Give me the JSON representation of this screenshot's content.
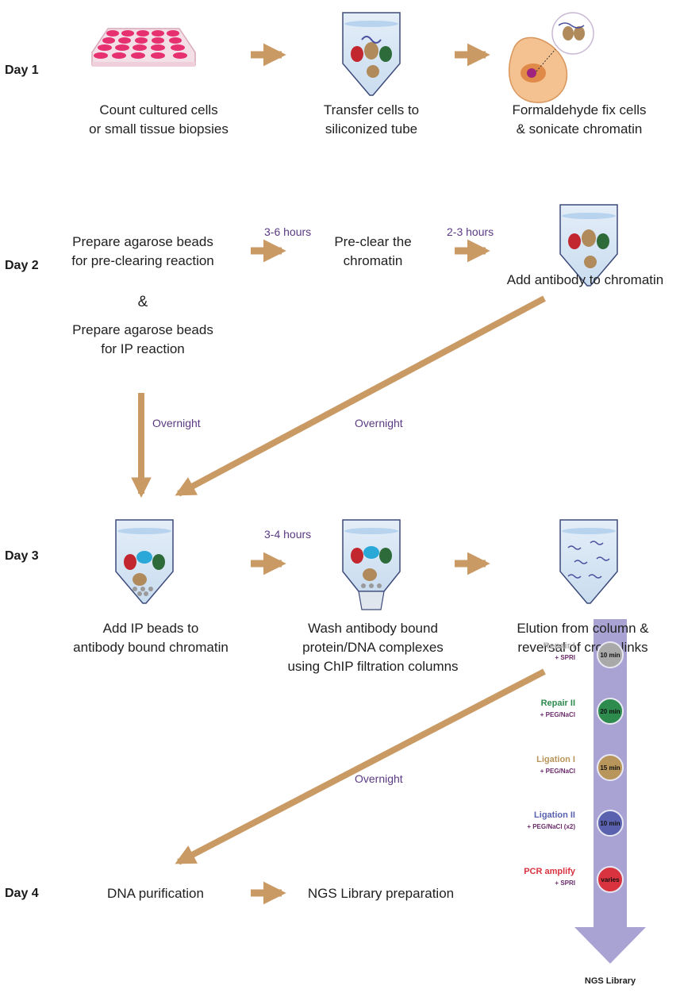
{
  "days": [
    "Day 1",
    "Day 2",
    "Day 3",
    "Day 4"
  ],
  "steps": {
    "count_cells": "Count cultured cells\nor small tissue biopsies",
    "transfer": "Transfer cells to\nsiliconized tube",
    "fix": "Formaldehyde fix cells\n& sonicate chromatin",
    "prep_preclear": "Prepare agarose beads\nfor pre-clearing reaction",
    "ampersand": "&",
    "prep_ip": "Prepare agarose beads\nfor IP reaction",
    "preclear": "Pre-clear the\nchromatin",
    "add_antibody": "Add antibody to chromatin",
    "add_ip_beads": "Add IP beads to\nantibody bound chromatin",
    "wash": "Wash antibody bound\nprotein/DNA complexes\nusing ChIP filtration columns",
    "elution": "Elution from column &\nreversal of cross-links",
    "dna_purification": "DNA purification",
    "ngs_prep": "NGS Library preparation"
  },
  "durations": {
    "d2_a": "3-6 hours",
    "d2_b": "2-3 hours",
    "overnight_left": "Overnight",
    "overnight_diag": "Overnight",
    "d3": "3-4 hours",
    "overnight_d4": "Overnight"
  },
  "pipeline": {
    "steps": [
      {
        "name": "Repair I",
        "reagent": "+ SPRI",
        "time": "10 min",
        "color": "#a9a9a9",
        "text_color": "#a9a9a9"
      },
      {
        "name": "Repair II",
        "reagent": "+ PEG/NaCl",
        "time": "20 min",
        "color": "#2e8b4e",
        "text_color": "#2e8b4e"
      },
      {
        "name": "Ligation I",
        "reagent": "+ PEG/NaCl",
        "time": "15 min",
        "color": "#b8955a",
        "text_color": "#b8955a"
      },
      {
        "name": "Ligation II",
        "reagent": "+ PEG/NaCl (x2)",
        "time": "10 min",
        "color": "#5a62b0",
        "text_color": "#5a62b0"
      },
      {
        "name": "PCR amplify",
        "reagent": "+ SPRI",
        "time": "varies",
        "color": "#d8333f",
        "text_color": "#d8333f"
      }
    ],
    "output": "NGS Library"
  },
  "colors": {
    "arrow": "#c99a64",
    "duration_text": "#5a3a82",
    "pipeline_bar": "#a9a3d4"
  },
  "icons": [
    "well-plate-icon",
    "tube-icon",
    "cell-icon",
    "tube-beads-icon",
    "filter-column-icon",
    "tube-dna-icon"
  ]
}
